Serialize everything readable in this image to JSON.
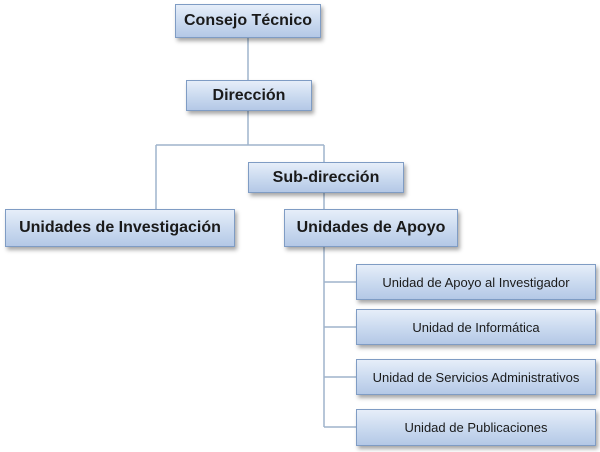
{
  "diagram": {
    "nodes": {
      "consejo": "Consejo Técnico",
      "direccion": "Dirección",
      "subdireccion": "Sub-dirección",
      "investigacion": "Unidades de Investigación",
      "apoyo": "Unidades de Apoyo",
      "apoyo_investigador": "Unidad de Apoyo al Investigador",
      "informatica": "Unidad de Informática",
      "servicios": "Unidad de Servicios Administrativos",
      "publicaciones": "Unidad de Publicaciones"
    },
    "colors": {
      "box_top": "#e6eef9",
      "box_bottom": "#b4c8e6",
      "box_border": "#7f9cc4",
      "connector": "#9fb4cc",
      "text": "#1a1a1a"
    }
  }
}
